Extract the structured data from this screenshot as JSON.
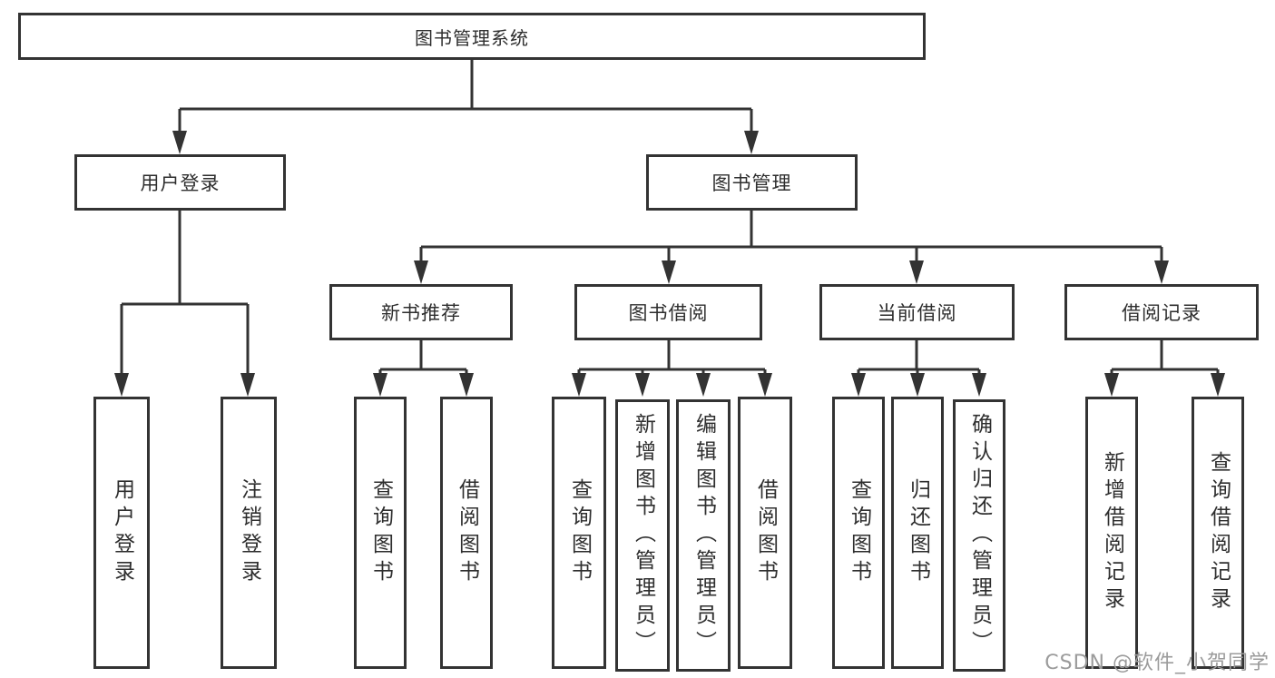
{
  "diagram": {
    "root": {
      "label": "图书管理系统"
    },
    "level2": {
      "user_login": {
        "label": "用户登录"
      },
      "book_management": {
        "label": "图书管理"
      }
    },
    "level3": {
      "new_book_recommend": {
        "label": "新书推荐"
      },
      "book_borrow": {
        "label": "图书借阅"
      },
      "current_borrow": {
        "label": "当前借阅"
      },
      "borrow_records": {
        "label": "借阅记录"
      }
    },
    "leaves": {
      "user_login": {
        "label": "用户登录"
      },
      "logout": {
        "label": "注销登录"
      },
      "recommend_query_book": {
        "label": "查询图书"
      },
      "recommend_borrow_book": {
        "label": "借阅图书"
      },
      "borrow_query_book": {
        "label": "查询图书"
      },
      "borrow_add_book": {
        "label": "新增图书（管理员）"
      },
      "borrow_edit_book": {
        "label": "编辑图书（管理员）"
      },
      "borrow_borrow_book": {
        "label": "借阅图书"
      },
      "current_query_book": {
        "label": "查询图书"
      },
      "current_return_book": {
        "label": "归还图书"
      },
      "current_confirm_return": {
        "label": "确认归还（管理员）"
      },
      "records_add_record": {
        "label": "新增借阅记录"
      },
      "records_query_record": {
        "label": "查询借阅记录"
      }
    }
  },
  "watermark": {
    "text": "CSDN @软件_小贺同学"
  },
  "colors": {
    "line": "#333333",
    "text": "#2e2e2e",
    "watermark": "#9b9b9b",
    "background": "#ffffff"
  }
}
